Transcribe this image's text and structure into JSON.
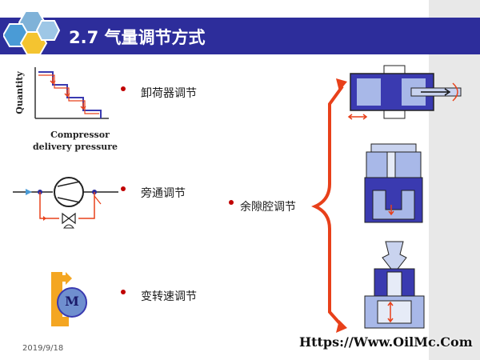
{
  "slide": {
    "title": "2.7 气量调节方式",
    "date": "2019/9/18",
    "watermark": "Https://Www.OilMc.Com",
    "methods": [
      {
        "label": "卸荷器调节"
      },
      {
        "label": "旁通调节"
      },
      {
        "label": "变转速调节"
      }
    ],
    "clearance": {
      "label": "余隙腔调节"
    },
    "chart": {
      "ylabel": "Quantity",
      "xlabel_line1": "Compressor",
      "xlabel_line2": "delivery pressure"
    },
    "motor_label": "M"
  },
  "colors": {
    "title_bar": "#2d2d9b",
    "bullet": "#c00000",
    "arrow_red": "#e8401a",
    "brace_red": "#e8401a",
    "machine_blue": "#3a3ab0",
    "machine_light": "#a8b8e8"
  }
}
